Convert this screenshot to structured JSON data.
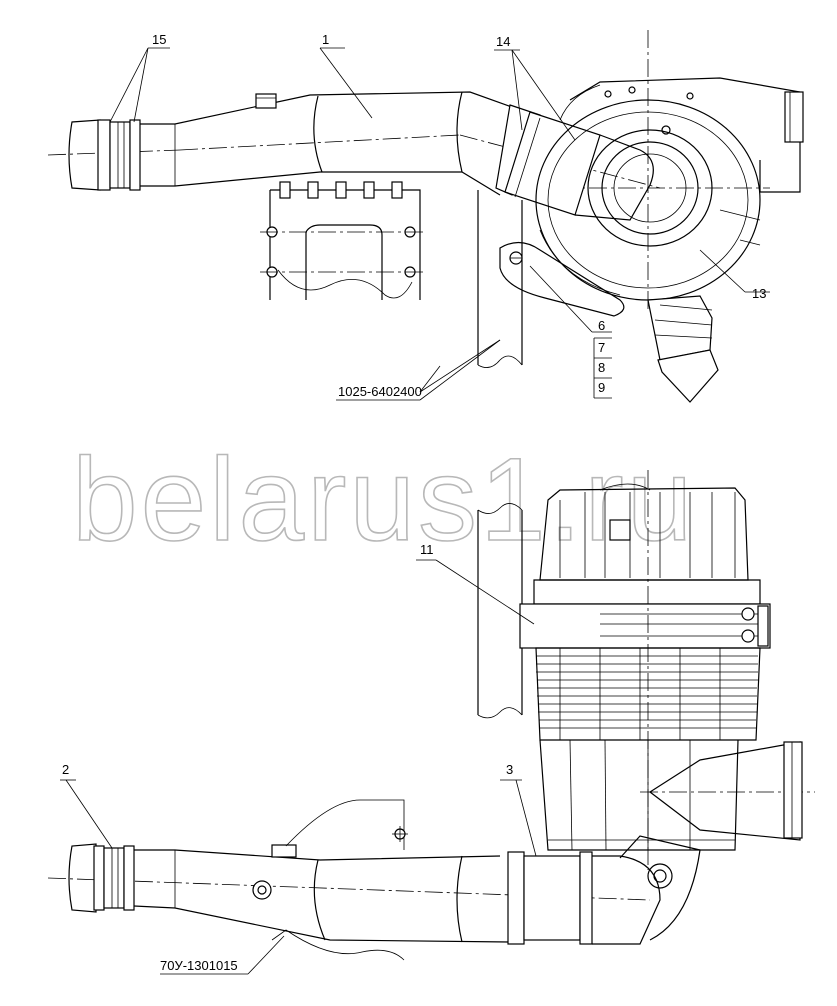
{
  "watermark": "belarus1.ru",
  "callouts": {
    "c15": "15",
    "c1": "1",
    "c14": "14",
    "c13": "13",
    "c6": "6",
    "c7": "7",
    "c8": "8",
    "c9": "9",
    "bracket_top": "1025-6402400",
    "c11": "11",
    "c2": "2",
    "c3": "3",
    "bracket_bottom": "70У-1301015"
  }
}
